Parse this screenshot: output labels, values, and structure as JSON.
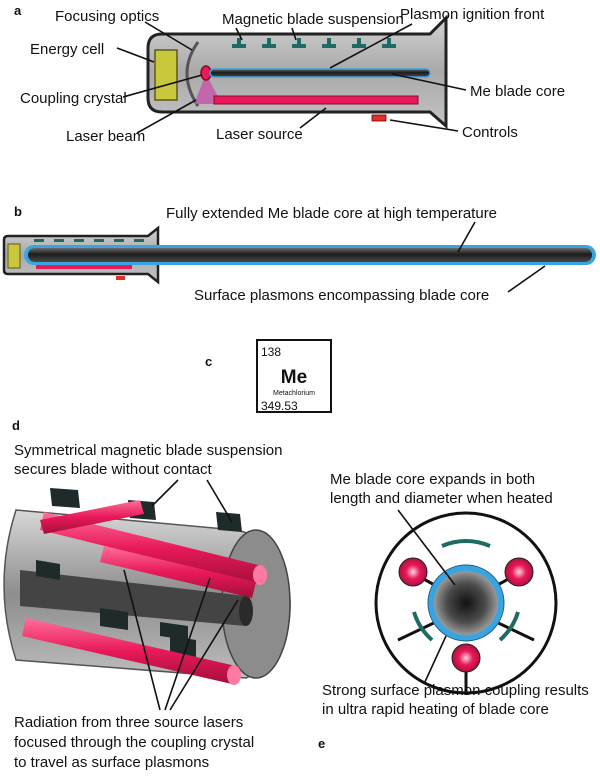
{
  "panels": {
    "a": "a",
    "b": "b",
    "c": "c",
    "d": "d",
    "e": "e"
  },
  "panel_a": {
    "focusing_optics": "Focusing optics",
    "magnetic_suspension": "Magnetic blade suspension",
    "plasmon_front": "Plasmon ignition front",
    "energy_cell": "Energy cell",
    "coupling_crystal": "Coupling crystal",
    "me_blade_core": "Me blade core",
    "laser_beam": "Laser beam",
    "laser_source": "Laser source",
    "controls": "Controls"
  },
  "panel_b": {
    "extended_core": "Fully extended Me blade core at high temperature",
    "surface_plasmons": "Surface plasmons encompassing blade core"
  },
  "element": {
    "number": "138",
    "symbol": "Me",
    "name": "Metachlorium",
    "mass": "349.53"
  },
  "panel_d": {
    "top_line1": "Symmetrical magnetic blade suspension",
    "top_line2": "secures blade without contact",
    "bottom_line1": "Radiation from three source lasers",
    "bottom_line2": "focused through the coupling crystal",
    "bottom_line3": "to travel as surface plasmons"
  },
  "panel_e": {
    "top_line1": "Me blade core expands in both",
    "top_line2": "length and diameter when heated",
    "bottom_line1": "Strong surface plasmon coupling results",
    "bottom_line2": "in ultra rapid heating of blade core"
  },
  "colors": {
    "laser_pink": "#e8195a",
    "suspension_teal": "#1f6b63",
    "plasmon_blue": "#3aa4e0",
    "energy_cell": "#c9c83c",
    "housing_gray": "#b9b9b9"
  }
}
